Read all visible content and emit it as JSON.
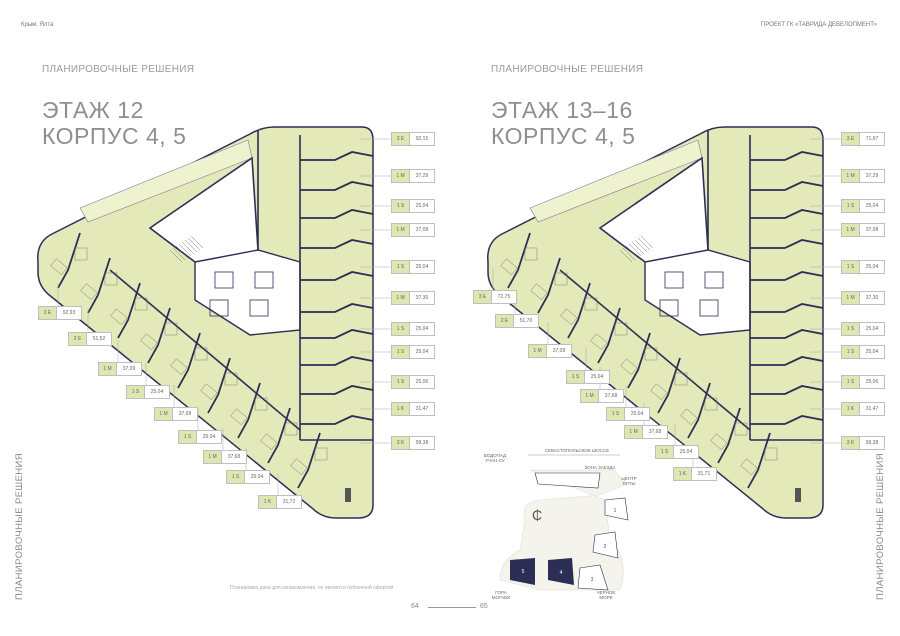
{
  "header": {
    "location": "Крым, Ялта",
    "project": "ПРОЕКТ ГК «ТАВРИДА ДЕВЕЛОПМЕНТ»"
  },
  "left_page": {
    "section": "ПЛАНИРОВОЧНЫЕ РЕШЕНИЯ",
    "title_line1": "ЭТАЖ 12",
    "title_line2": "КОРПУС 4, 5",
    "side_label": "ПЛАНИРОВОЧНЫЕ РЕШЕНИЯ",
    "disclaimer": "Планировка дана для ознакомления, не является публичной офертой",
    "page_number": "64",
    "units_right": [
      {
        "type": "3 E",
        "area": "92,15"
      },
      {
        "type": "1 M",
        "area": "37,29"
      },
      {
        "type": "1 S",
        "area": "25,04"
      },
      {
        "type": "1 M",
        "area": "37,08"
      },
      {
        "type": "1 S",
        "area": "25,04"
      },
      {
        "type": "1 M",
        "area": "37,30"
      },
      {
        "type": "1 S",
        "area": "25,04"
      },
      {
        "type": "1 S",
        "area": "25,04"
      },
      {
        "type": "1 S",
        "area": "25,06"
      },
      {
        "type": "1 K",
        "area": "31,47"
      },
      {
        "type": "3 K",
        "area": "99,38"
      }
    ],
    "units_diagonal": [
      {
        "type": "3 E",
        "area": "92,93"
      },
      {
        "type": "2 E",
        "area": "51,52"
      },
      {
        "type": "1 M",
        "area": "37,09"
      },
      {
        "type": "1 S",
        "area": "25,04"
      },
      {
        "type": "1 M",
        "area": "37,68"
      },
      {
        "type": "1 S",
        "area": "25,04"
      },
      {
        "type": "1 M",
        "area": "37,68"
      },
      {
        "type": "1 S",
        "area": "25,04"
      },
      {
        "type": "1 K",
        "area": "31,72"
      }
    ]
  },
  "right_page": {
    "section": "ПЛАНИРОВОЧНЫЕ РЕШЕНИЯ",
    "title_line1": "ЭТАЖ 13–16",
    "title_line2": "КОРПУС 4, 5",
    "side_label": "ПЛАНИРОВОЧНЫЕ РЕШЕНИЯ",
    "page_number": "65",
    "units_right": [
      {
        "type": "3 E",
        "area": "71,97"
      },
      {
        "type": "1 M",
        "area": "37,29"
      },
      {
        "type": "1 S",
        "area": "25,04"
      },
      {
        "type": "1 M",
        "area": "37,08"
      },
      {
        "type": "1 S",
        "area": "25,04"
      },
      {
        "type": "1 M",
        "area": "37,30"
      },
      {
        "type": "1 S",
        "area": "25,04"
      },
      {
        "type": "1 S",
        "area": "25,04"
      },
      {
        "type": "1 S",
        "area": "25,06"
      },
      {
        "type": "1 K",
        "area": "31,47"
      },
      {
        "type": "3 K",
        "area": "99,38"
      }
    ],
    "units_diagonal": [
      {
        "type": "3 E",
        "area": "72,75"
      },
      {
        "type": "2 E",
        "area": "51,70"
      },
      {
        "type": "1 M",
        "area": "37,09"
      },
      {
        "type": "1 S",
        "area": "25,04"
      },
      {
        "type": "1 M",
        "area": "37,68"
      },
      {
        "type": "1 S",
        "area": "25,04"
      },
      {
        "type": "1 M",
        "area": "37,68"
      },
      {
        "type": "1 S",
        "area": "25,04"
      },
      {
        "type": "1 K",
        "area": "31,71"
      }
    ],
    "site_map": {
      "road": "СЕВАСТОПОЛЬСКОЕ ШОССЕ",
      "waterfall": "ВОДОПАД УЧАН-СУ",
      "entry_zone": "ЗОНА ЗАЕЗДА",
      "city_center": "ЦЕНТР ЯЛТЫ",
      "mountain": "ГОРА МОГАБИ",
      "sea": "ЧЕРНОЕ МОРЕ",
      "buildings": [
        "1",
        "2",
        "3",
        "4",
        "5"
      ]
    }
  },
  "colors": {
    "plan_fill": "#e3e9b9",
    "walls": "#2c2e55",
    "tag": "#dfe6b2",
    "text": "#8a8a8a"
  }
}
